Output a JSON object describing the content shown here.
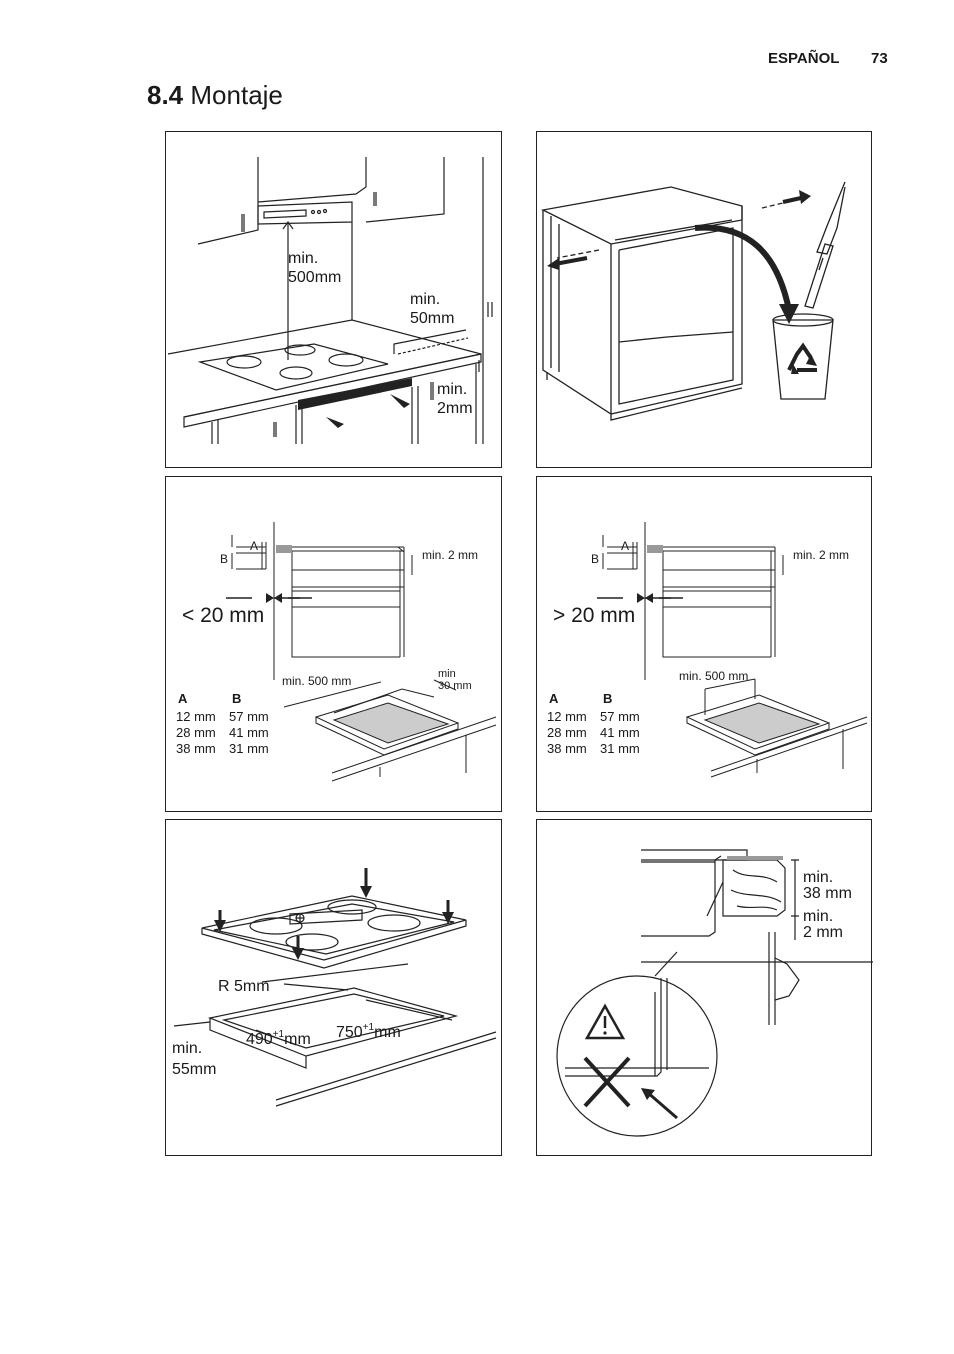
{
  "header": {
    "language": "ESPAÑOL",
    "page_number": "73"
  },
  "section": {
    "number": "8.4",
    "title": "Montaje"
  },
  "panel1": {
    "hood_line1": "min.",
    "hood_line2": "500mm",
    "wall_line1": "min.",
    "wall_line2": "50mm",
    "gap_line1": "min.",
    "gap_line2": "2mm"
  },
  "panel3": {
    "label_a": "A",
    "label_b": "B",
    "gap": "min. 2 mm",
    "distance": "< 20 mm",
    "depth": "min. 500 mm",
    "side_line1": "min",
    "side_line2": "30 mm",
    "table_head_a": "A",
    "table_head_b": "B",
    "rows": [
      [
        "12 mm",
        "57 mm"
      ],
      [
        "28 mm",
        "41 mm"
      ],
      [
        "38 mm",
        "31 mm"
      ]
    ]
  },
  "panel4": {
    "label_a": "A",
    "label_b": "B",
    "gap": "min. 2 mm",
    "distance": "> 20 mm",
    "depth": "min. 500 mm",
    "table_head_a": "A",
    "table_head_b": "B",
    "rows": [
      [
        "12 mm",
        "57 mm"
      ],
      [
        "28 mm",
        "41 mm"
      ],
      [
        "38 mm",
        "31 mm"
      ]
    ]
  },
  "panel5": {
    "radius": "R 5mm",
    "width_base": "490",
    "length_base": "750",
    "tolerance": "+1",
    "unit": "mm",
    "edge_line1": "min.",
    "edge_line2": "55mm"
  },
  "panel6": {
    "thick_line1": "min.",
    "thick_line2": "38 mm",
    "gap_line1": "min.",
    "gap_line2": "2 mm"
  }
}
